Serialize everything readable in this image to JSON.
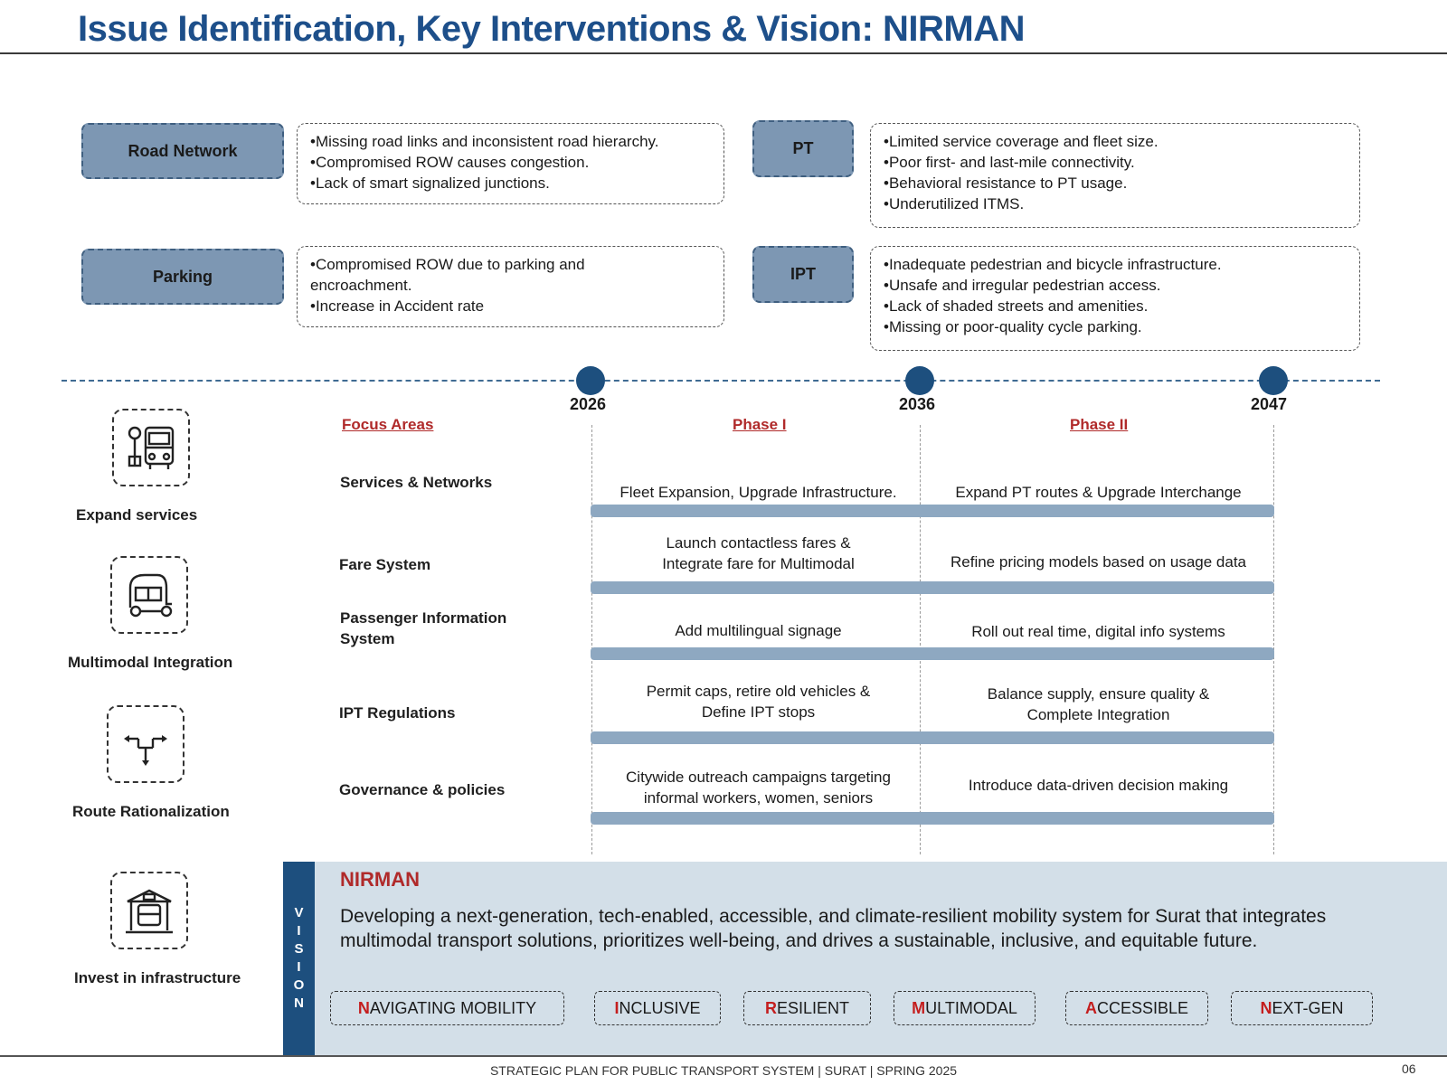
{
  "title": "Issue Identification, Key Interventions & Vision: NIRMAN",
  "issues": [
    {
      "category": "Road Network",
      "points": [
        "•Missing road links and inconsistent road hierarchy.",
        "•Compromised ROW causes congestion.",
        "•Lack of smart signalized junctions."
      ]
    },
    {
      "category": "PT",
      "points": [
        "•Limited service coverage and fleet size.",
        "•Poor first- and last-mile connectivity.",
        "•Behavioral resistance to PT usage.",
        "•Underutilized ITMS."
      ]
    },
    {
      "category": "Parking",
      "points": [
        "•Compromised ROW due to parking and",
        "encroachment.",
        "•Increase in Accident rate"
      ]
    },
    {
      "category": "IPT",
      "points": [
        "•Inadequate pedestrian and bicycle infrastructure.",
        "•Unsafe and irregular pedestrian access.",
        "•Lack of shaded streets and amenities.",
        "•Missing or poor-quality cycle parking."
      ]
    }
  ],
  "timeline": {
    "years": [
      "2026",
      "2036",
      "2047"
    ]
  },
  "headers": {
    "focus": "Focus Areas",
    "phase1": "Phase I",
    "phase2": "Phase II"
  },
  "left_icons": [
    {
      "label": "Expand services",
      "icon": "bus-stop-icon"
    },
    {
      "label": "Multimodal Integration",
      "icon": "auto-rickshaw-icon"
    },
    {
      "label": "Route Rationalization",
      "icon": "route-arrows-icon"
    },
    {
      "label": "Invest in infrastructure",
      "icon": "bus-shelter-icon"
    }
  ],
  "focus_rows": [
    {
      "area": "Services & Networks",
      "phase1": [
        "Fleet Expansion, Upgrade Infrastructure."
      ],
      "phase2": [
        "Expand PT routes & Upgrade Interchange"
      ]
    },
    {
      "area": "Fare System",
      "phase1": [
        "Launch contactless fares &",
        "Integrate fare for Multimodal"
      ],
      "phase2": [
        "Refine pricing models based on usage data"
      ]
    },
    {
      "area": "Passenger Information System",
      "phase1": [
        "Add multilingual signage"
      ],
      "phase2": [
        "Roll out real time, digital info systems"
      ]
    },
    {
      "area": "IPT Regulations",
      "phase1": [
        "Permit caps, retire old vehicles &",
        "Define IPT stops"
      ],
      "phase2": [
        "Balance supply, ensure quality &",
        "Complete Integration"
      ]
    },
    {
      "area": "Governance & policies",
      "phase1": [
        "Citywide outreach campaigns targeting",
        "informal workers, women, seniors"
      ],
      "phase2": [
        "Introduce data-driven decision making"
      ]
    }
  ],
  "vision": {
    "side_label": [
      "V",
      "I",
      "S",
      "I",
      "O",
      "N"
    ],
    "title": "NIRMAN",
    "text": "Developing a next-generation, tech-enabled, accessible, and climate-resilient mobility system for Surat that integrates multimodal transport solutions, prioritizes well-being, and drives a sustainable, inclusive, and equitable future.",
    "pillars": [
      {
        "initial": "N",
        "rest": "AVIGATING MOBILITY"
      },
      {
        "initial": "I",
        "rest": "NCLUSIVE"
      },
      {
        "initial": "R",
        "rest": "ESILIENT"
      },
      {
        "initial": "M",
        "rest": "ULTIMODAL"
      },
      {
        "initial": "A",
        "rest": "CCESSIBLE"
      },
      {
        "initial": "N",
        "rest": "EXT-GEN"
      }
    ]
  },
  "colors": {
    "title_blue": "#1d4f8a",
    "accent_red": "#c41e1e",
    "dark_blue": "#1d4f7e",
    "box_blue": "#7d97b3"
  },
  "footer": "STRATEGIC PLAN FOR PUBLIC TRANSPORT SYSTEM | SURAT | SPRING 2025",
  "page_number": "06"
}
